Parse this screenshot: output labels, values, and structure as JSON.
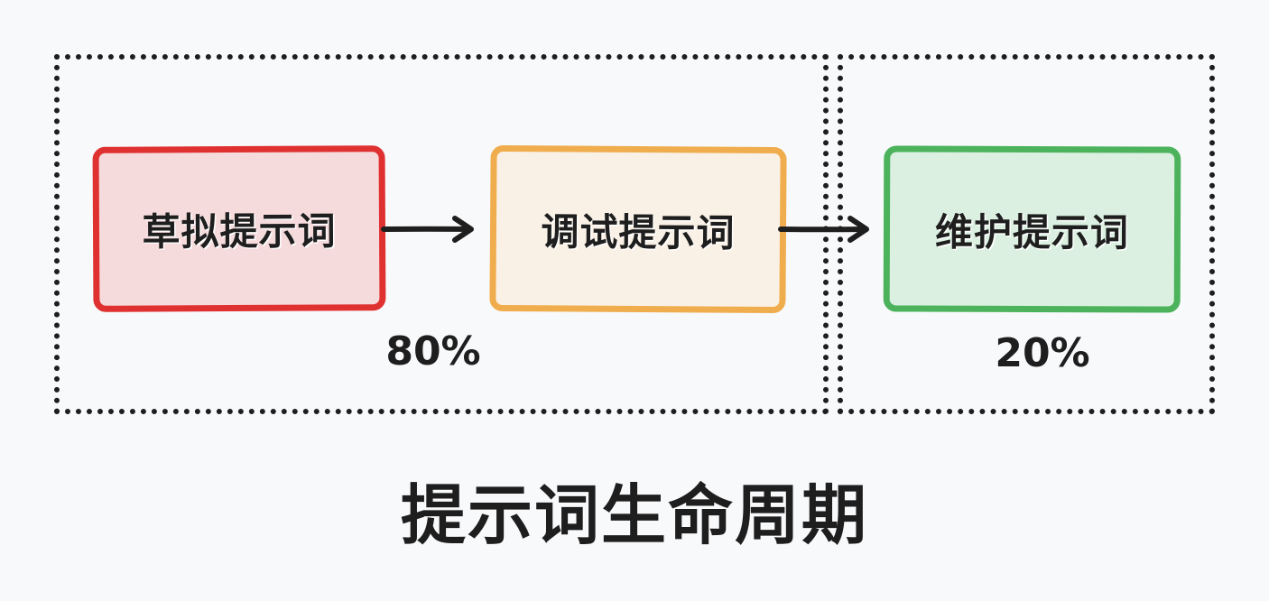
{
  "title": "提示词生命周期",
  "stages": [
    {
      "label": "草拟提示词",
      "border_color": "#e03131",
      "fill_color": "#f6dbdc"
    },
    {
      "label": "调试提示词",
      "border_color": "#f0ad4e",
      "fill_color": "#faf1e6"
    },
    {
      "label": "维护提示词",
      "border_color": "#4cb35c",
      "fill_color": "#dbf0e1"
    }
  ],
  "groups": [
    {
      "percent": "80%"
    },
    {
      "percent": "20%"
    }
  ],
  "colors": {
    "ink": "#1e1e1e",
    "background": "#f8f9fb"
  }
}
